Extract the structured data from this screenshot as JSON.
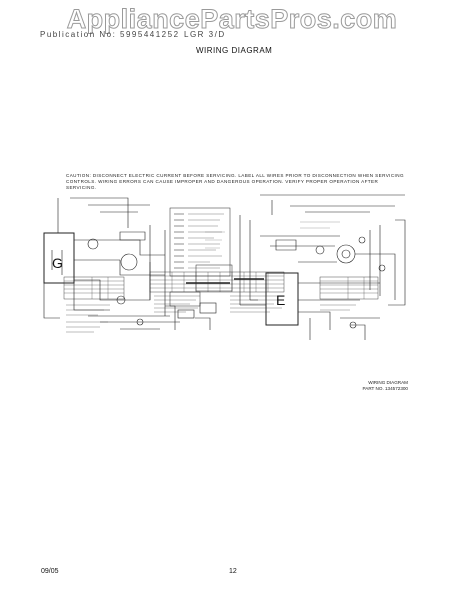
{
  "watermark": "AppliancePartsPros.com",
  "header": {
    "publication": "Publication No: 5995441252",
    "model": "LGR 3/D"
  },
  "title": "WIRING DIAGRAM",
  "caution": "CAUTION: DISCONNECT ELECTRIC CURRENT BEFORE SERVICING. LABEL ALL WIRES PRIOR TO DISCONNECTION WHEN SERVICING CONTROLS. WIRING ERRORS CAN CAUSE IMPROPER AND DANGEROUS OPERATION. VERIFY PROPER OPERATION AFTER SERVICING.",
  "diagram": {
    "gas_label": "G",
    "electric_label": "E"
  },
  "wd_label": {
    "line1": "WIRING DIAGRAM",
    "line2": "PART NO. 134572300"
  },
  "footer": {
    "date": "09/05",
    "page": "12"
  }
}
